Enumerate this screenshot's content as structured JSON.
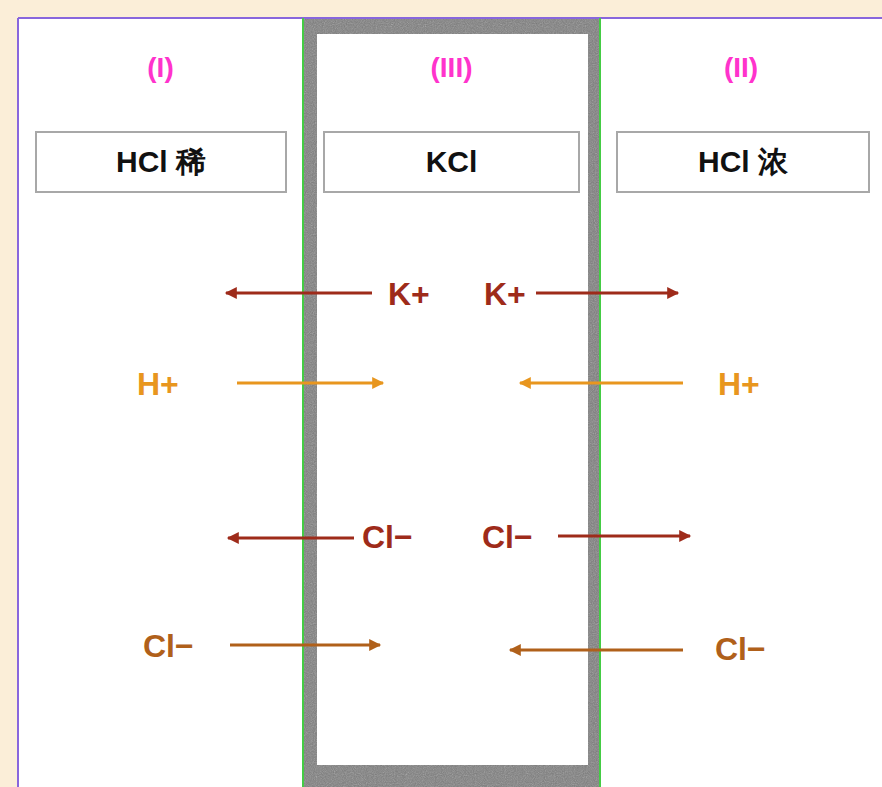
{
  "diagram": {
    "nodes": [
      {
        "text": [
          "(I)"
        ]
      },
      {
        "text": [
          "HCl 稀"
        ],
        "in": 0
      },
      {
        "text": [
          "(III)"
        ]
      },
      {
        "text": [
          "KCl"
        ],
        "in": 2
      },
      {
        "text": [
          "(II)"
        ]
      },
      {
        "text": [
          "HCl 浓"
        ],
        "in": 4
      }
    ],
    "labels": [
      "K+",
      "K+",
      "H+",
      "H+",
      "Cl−",
      "Cl−",
      "Cl−",
      "Cl−"
    ]
  }
}
